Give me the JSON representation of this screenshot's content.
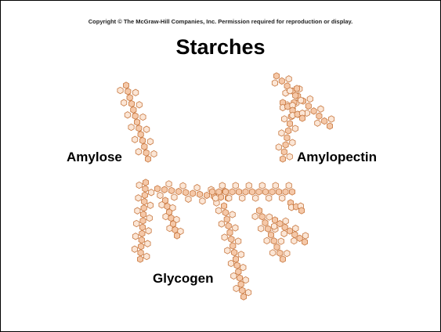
{
  "copyright": "Copyright © The McGraw-Hill Companies, Inc. Permission required for reproduction or display.",
  "title": "Starches",
  "labels": {
    "amylose": "Amylose",
    "amylopectin": "Amylopectin",
    "glycogen": "Glycogen"
  },
  "colors": {
    "glucose_fill": "#f5c8a8",
    "glucose_fill_light": "#fbe6d6",
    "glucose_stroke": "#c87840"
  }
}
